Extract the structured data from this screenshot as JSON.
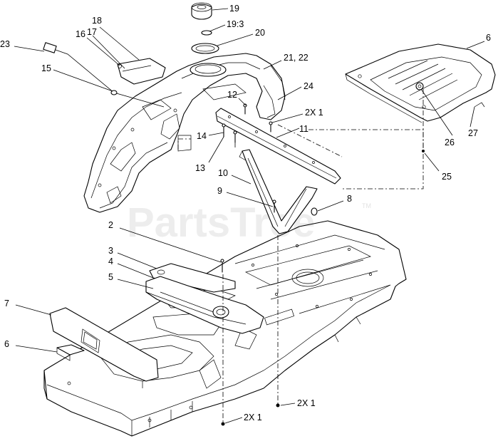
{
  "diagram": {
    "watermark": "PartsTree",
    "watermark_tm": "TM",
    "callouts": [
      {
        "key": "c18",
        "text": "18"
      },
      {
        "key": "c17",
        "text": "17"
      },
      {
        "key": "c16",
        "text": "16"
      },
      {
        "key": "c23",
        "text": "23"
      },
      {
        "key": "c15",
        "text": "15"
      },
      {
        "key": "c19",
        "text": "19"
      },
      {
        "key": "c19_3",
        "text": "19:3"
      },
      {
        "key": "c20",
        "text": "20"
      },
      {
        "key": "c21_22",
        "text": "21, 22"
      },
      {
        "key": "c24",
        "text": "24"
      },
      {
        "key": "c12",
        "text": "12"
      },
      {
        "key": "c2x1_top",
        "text": "2X 1"
      },
      {
        "key": "c11",
        "text": "11"
      },
      {
        "key": "c14",
        "text": "14"
      },
      {
        "key": "c13",
        "text": "13"
      },
      {
        "key": "c10",
        "text": "10"
      },
      {
        "key": "c9",
        "text": "9"
      },
      {
        "key": "c8",
        "text": "8"
      },
      {
        "key": "c6_top",
        "text": "6"
      },
      {
        "key": "c26",
        "text": "26"
      },
      {
        "key": "c27",
        "text": "27"
      },
      {
        "key": "c25",
        "text": "25"
      },
      {
        "key": "c2",
        "text": "2"
      },
      {
        "key": "c3",
        "text": "3"
      },
      {
        "key": "c4",
        "text": "4"
      },
      {
        "key": "c5",
        "text": "5"
      },
      {
        "key": "c7",
        "text": "7"
      },
      {
        "key": "c6_bottom",
        "text": "6"
      },
      {
        "key": "c2x1_bot_left",
        "text": "2X 1"
      },
      {
        "key": "c2x1_bot_right",
        "text": "2X 1"
      }
    ]
  }
}
